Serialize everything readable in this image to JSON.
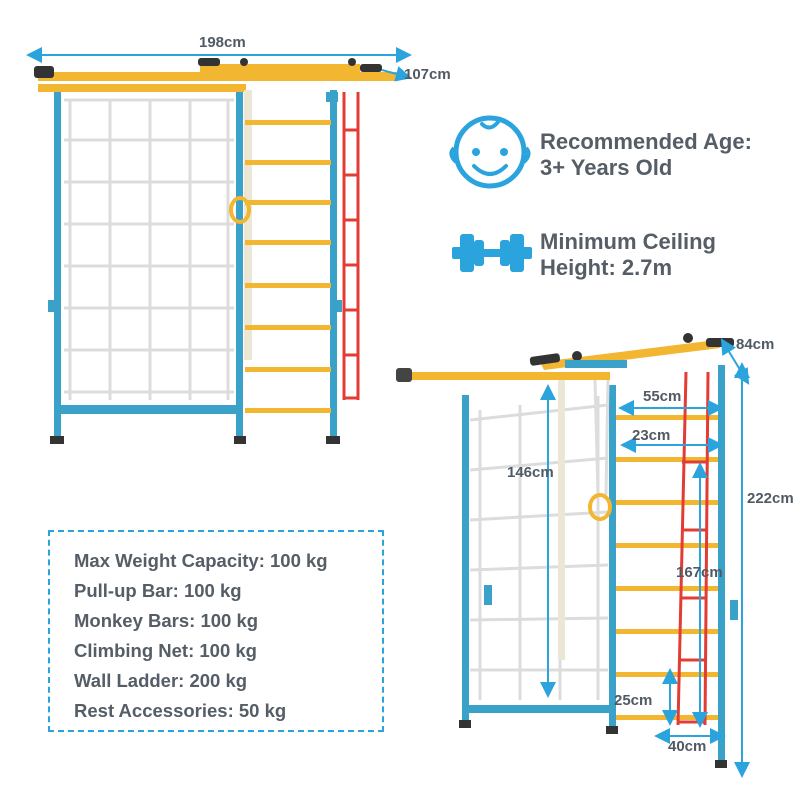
{
  "colors": {
    "frame_blue": "#3aa2c8",
    "bar_yellow": "#f2b630",
    "accent_blue": "#2ba3dd",
    "rope_red": "#e23c35",
    "net_white": "#ffffff",
    "text_gray": "#555d66"
  },
  "dimensions_top": {
    "width": "198cm",
    "depth": "107cm"
  },
  "dimensions_bottom": {
    "depth": "84cm",
    "bar_width": "55cm",
    "rung_offset": "23cm",
    "net_height": "146cm",
    "total_height": "222cm",
    "ladder_height": "167cm",
    "rung_spacing": "25cm",
    "ladder_width": "40cm"
  },
  "features": [
    {
      "icon": "baby-face-icon",
      "line1": "Recommended Age:",
      "line2": "3+ Years Old"
    },
    {
      "icon": "dumbbell-icon",
      "line1": "Minimum Ceiling",
      "line2": "Height: 2.7m"
    }
  ],
  "specs": [
    "Max Weight Capacity: 100 kg",
    "Pull-up Bar: 100 kg",
    "Monkey Bars: 100 kg",
    "Climbing Net: 100 kg",
    "Wall Ladder: 200 kg",
    "Rest Accessories: 50 kg"
  ]
}
